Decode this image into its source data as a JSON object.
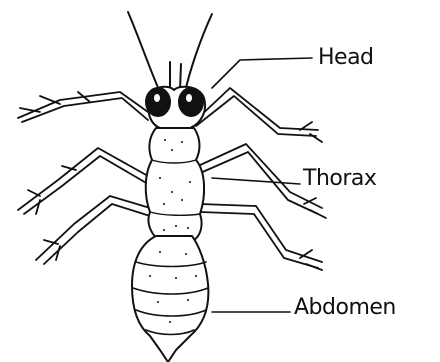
{
  "labels": {
    "head": "Head",
    "thorax": "Thorax",
    "abdomen": "Abdomen"
  },
  "colors": {
    "ink": "#111111",
    "background": "#ffffff"
  }
}
